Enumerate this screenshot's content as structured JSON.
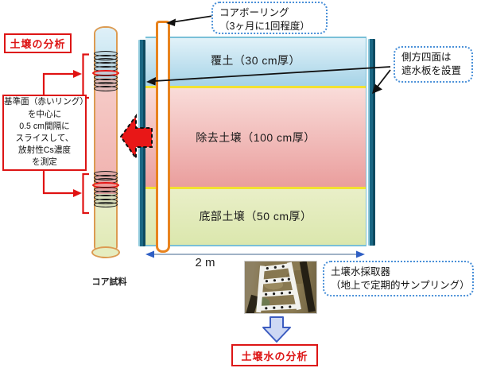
{
  "boxes": {
    "soil_analysis": {
      "label": "土壌の分析"
    },
    "core_boring": {
      "line1": "コアボーリング",
      "line2": "（3ヶ月に1回程度）"
    },
    "side_plates": {
      "line1": "側方四面は",
      "line2": "遮水板を設置"
    },
    "slicing": {
      "lines": [
        "基準面（赤いリング）",
        "を中心に",
        "0.5 cm間隔に",
        "スライスして、",
        "放射性Cs濃度",
        "を測定"
      ]
    },
    "sampler": {
      "line1": "土壌水採取器",
      "line2": "（地上で定期的サンプリング）"
    },
    "soil_water_analysis": {
      "label": "土壌水の分析"
    }
  },
  "layers": [
    {
      "label": "覆土（30 cm厚）",
      "thickness_cm": 30,
      "color": "#b4dbec"
    },
    {
      "label": "除去土壌（100 cm厚）",
      "thickness_cm": 100,
      "color": "#f2bcb9"
    },
    {
      "label": "底部土壌（50 cm厚）",
      "thickness_cm": 50,
      "color": "#e2ebba"
    }
  ],
  "labels": {
    "dimension": "2 m",
    "core_sample": "コア試料"
  },
  "colors": {
    "red_accent": "#dd1515",
    "red_ring": "#e51414",
    "blue_dotted_border": "#4a90d8",
    "shield_plate_teal": "#1a6784",
    "boring_tube_orange": "#e8831e",
    "divider_yellow": "#f2e230",
    "down_arrow_fill": "#cdd8f4",
    "down_arrow_border": "#3c5cc0"
  }
}
